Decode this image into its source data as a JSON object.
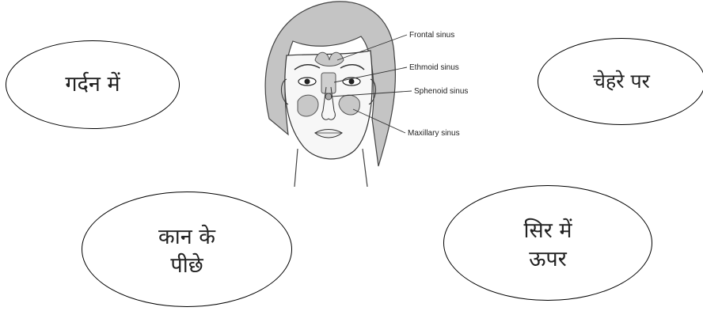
{
  "bubbles": {
    "neck": {
      "lines": [
        "गर्दन में"
      ]
    },
    "face": {
      "lines": [
        "चेहरे पर"
      ]
    },
    "behind_ear": {
      "lines": [
        "कान के",
        "पीछे"
      ]
    },
    "top_head": {
      "lines": [
        "सिर में",
        "ऊपर"
      ]
    }
  },
  "diagram": {
    "labels": {
      "frontal": "Frontal sinus",
      "ethmoid": "Ethmoid sinus",
      "sphenoid": "Sphenoid sinus",
      "maxillary": "Maxillary sinus"
    }
  }
}
